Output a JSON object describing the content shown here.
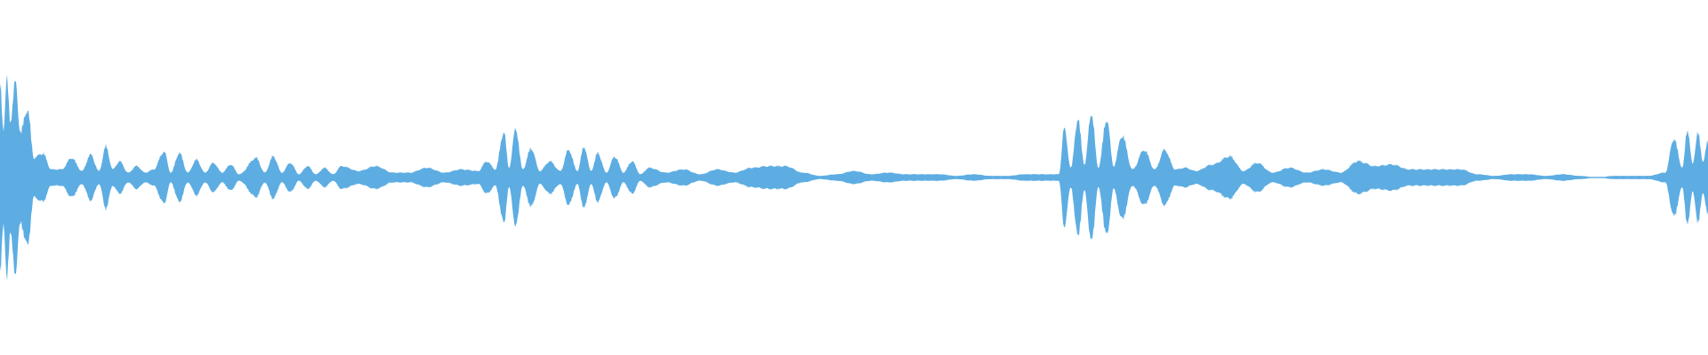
{
  "waveform": {
    "color": "#5dade2",
    "background": "#ffffff",
    "note": "",
    "envelope": [
      [
        0.0,
        0.58
      ],
      [
        0.002,
        0.3
      ],
      [
        0.004,
        0.6
      ],
      [
        0.006,
        0.35
      ],
      [
        0.009,
        0.58
      ],
      [
        0.012,
        0.28
      ],
      [
        0.016,
        0.42
      ],
      [
        0.02,
        0.12
      ],
      [
        0.025,
        0.15
      ],
      [
        0.03,
        0.05
      ],
      [
        0.036,
        0.05
      ],
      [
        0.042,
        0.12
      ],
      [
        0.048,
        0.04
      ],
      [
        0.053,
        0.14
      ],
      [
        0.058,
        0.04
      ],
      [
        0.062,
        0.19
      ],
      [
        0.066,
        0.05
      ],
      [
        0.07,
        0.1
      ],
      [
        0.075,
        0.03
      ],
      [
        0.08,
        0.07
      ],
      [
        0.085,
        0.03
      ],
      [
        0.09,
        0.05
      ],
      [
        0.096,
        0.16
      ],
      [
        0.1,
        0.03
      ],
      [
        0.105,
        0.15
      ],
      [
        0.11,
        0.03
      ],
      [
        0.115,
        0.11
      ],
      [
        0.12,
        0.03
      ],
      [
        0.125,
        0.09
      ],
      [
        0.13,
        0.03
      ],
      [
        0.135,
        0.08
      ],
      [
        0.14,
        0.02
      ],
      [
        0.15,
        0.12
      ],
      [
        0.155,
        0.03
      ],
      [
        0.16,
        0.13
      ],
      [
        0.165,
        0.03
      ],
      [
        0.17,
        0.09
      ],
      [
        0.175,
        0.02
      ],
      [
        0.18,
        0.07
      ],
      [
        0.185,
        0.02
      ],
      [
        0.19,
        0.06
      ],
      [
        0.195,
        0.02
      ],
      [
        0.2,
        0.07
      ],
      [
        0.21,
        0.04
      ],
      [
        0.22,
        0.07
      ],
      [
        0.23,
        0.03
      ],
      [
        0.24,
        0.03
      ],
      [
        0.25,
        0.06
      ],
      [
        0.26,
        0.03
      ],
      [
        0.27,
        0.05
      ],
      [
        0.28,
        0.04
      ],
      [
        0.285,
        0.1
      ],
      [
        0.29,
        0.05
      ],
      [
        0.295,
        0.28
      ],
      [
        0.298,
        0.06
      ],
      [
        0.302,
        0.3
      ],
      [
        0.306,
        0.05
      ],
      [
        0.311,
        0.18
      ],
      [
        0.316,
        0.04
      ],
      [
        0.322,
        0.1
      ],
      [
        0.328,
        0.04
      ],
      [
        0.333,
        0.17
      ],
      [
        0.338,
        0.04
      ],
      [
        0.342,
        0.19
      ],
      [
        0.346,
        0.04
      ],
      [
        0.35,
        0.15
      ],
      [
        0.355,
        0.03
      ],
      [
        0.36,
        0.13
      ],
      [
        0.365,
        0.03
      ],
      [
        0.37,
        0.1
      ],
      [
        0.375,
        0.02
      ],
      [
        0.38,
        0.06
      ],
      [
        0.39,
        0.03
      ],
      [
        0.4,
        0.05
      ],
      [
        0.41,
        0.02
      ],
      [
        0.42,
        0.05
      ],
      [
        0.43,
        0.03
      ],
      [
        0.44,
        0.06
      ],
      [
        0.45,
        0.07
      ],
      [
        0.46,
        0.07
      ],
      [
        0.47,
        0.03
      ],
      [
        0.48,
        0.01
      ],
      [
        0.49,
        0.02
      ],
      [
        0.5,
        0.04
      ],
      [
        0.51,
        0.02
      ],
      [
        0.52,
        0.03
      ],
      [
        0.53,
        0.02
      ],
      [
        0.54,
        0.02
      ],
      [
        0.55,
        0.02
      ],
      [
        0.56,
        0.01
      ],
      [
        0.57,
        0.02
      ],
      [
        0.58,
        0.01
      ],
      [
        0.59,
        0.01
      ],
      [
        0.6,
        0.02
      ],
      [
        0.61,
        0.02
      ],
      [
        0.62,
        0.02
      ],
      [
        0.623,
        0.3
      ],
      [
        0.627,
        0.06
      ],
      [
        0.631,
        0.36
      ],
      [
        0.635,
        0.08
      ],
      [
        0.639,
        0.4
      ],
      [
        0.643,
        0.06
      ],
      [
        0.648,
        0.36
      ],
      [
        0.652,
        0.07
      ],
      [
        0.657,
        0.26
      ],
      [
        0.663,
        0.05
      ],
      [
        0.67,
        0.17
      ],
      [
        0.676,
        0.05
      ],
      [
        0.682,
        0.17
      ],
      [
        0.688,
        0.05
      ],
      [
        0.694,
        0.06
      ],
      [
        0.7,
        0.04
      ],
      [
        0.71,
        0.08
      ],
      [
        0.72,
        0.13
      ],
      [
        0.728,
        0.04
      ],
      [
        0.736,
        0.09
      ],
      [
        0.745,
        0.03
      ],
      [
        0.755,
        0.06
      ],
      [
        0.765,
        0.03
      ],
      [
        0.775,
        0.05
      ],
      [
        0.785,
        0.03
      ],
      [
        0.795,
        0.1
      ],
      [
        0.805,
        0.07
      ],
      [
        0.815,
        0.08
      ],
      [
        0.825,
        0.05
      ],
      [
        0.835,
        0.05
      ],
      [
        0.845,
        0.05
      ],
      [
        0.855,
        0.05
      ],
      [
        0.865,
        0.02
      ],
      [
        0.875,
        0.01
      ],
      [
        0.885,
        0.02
      ],
      [
        0.895,
        0.02
      ],
      [
        0.905,
        0.01
      ],
      [
        0.915,
        0.02
      ],
      [
        0.925,
        0.01
      ],
      [
        0.935,
        0.0
      ],
      [
        0.945,
        0.01
      ],
      [
        0.955,
        0.01
      ],
      [
        0.965,
        0.01
      ],
      [
        0.975,
        0.03
      ],
      [
        0.98,
        0.24
      ],
      [
        0.985,
        0.06
      ],
      [
        0.988,
        0.3
      ],
      [
        0.991,
        0.08
      ],
      [
        0.994,
        0.28
      ],
      [
        0.997,
        0.1
      ],
      [
        1.0,
        0.22
      ]
    ]
  }
}
